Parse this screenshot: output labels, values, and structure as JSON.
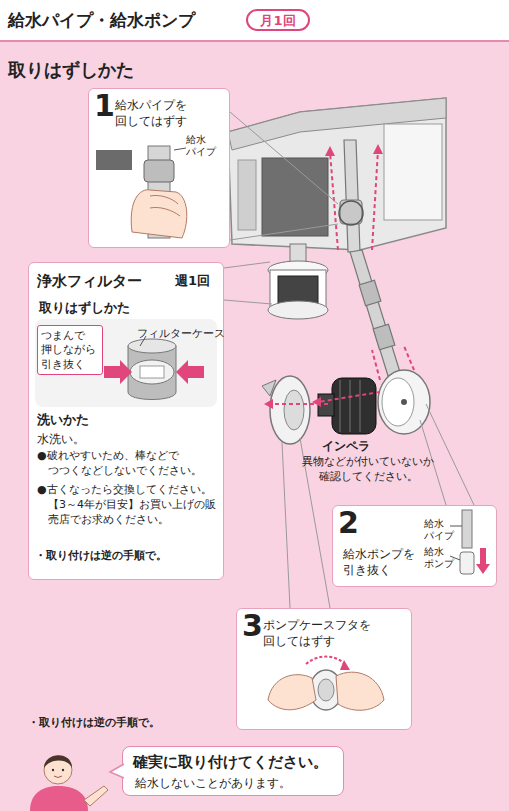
{
  "diagram": {
    "title": "給水パイプ・給水ポンプ",
    "nodes": [
      {
        "text": [
          "月1回"
        ]
      },
      {
        "text": [
          "1",
          "給水パイプを 回してはずす"
        ]
      },
      {
        "text": [
          "浄水フィルター",
          "週1回",
          "取りはずしかた",
          "フィルターケース",
          "洗いかた",
          "水洗い。",
          "●破れやすいため、棒などで つつくなどしないでください。",
          "●古くなったら交換してください。【3～4年が目安】お買い上げの販売店でお求めください。",
          "・取り付けは逆の手順で。"
        ]
      },
      {
        "text": [
          "つまんで 押しながら 引き抜く"
        ],
        "in": 2
      },
      {
        "text": [
          "2",
          "給水ポンプを 引き抜く"
        ]
      },
      {
        "text": [
          "3",
          "ポンプケースフタを 回してはずす"
        ]
      },
      {
        "text": [
          "確実に取り付けてください。",
          "給水しないことがあります。"
        ]
      }
    ],
    "labels": [
      "取りはずしかた",
      "給水 パイプ",
      "インペラ",
      "異物などが付いていないか 確認してください。",
      "給水 パイプ",
      "給水 ポンプ",
      "・取り付けは逆の手順で。"
    ]
  }
}
